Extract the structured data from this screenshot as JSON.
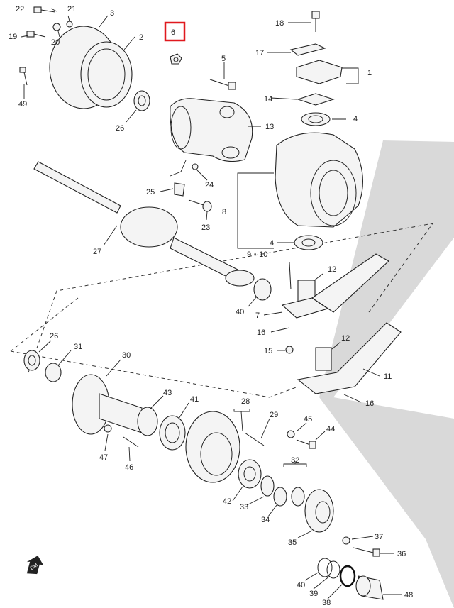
{
  "diagram": {
    "highlight_color": "#e0191e",
    "highlighted_callout": "6",
    "orientation_badge": {
      "text": "DM",
      "icon": "direction-arrow-icon"
    },
    "callouts": [
      {
        "id": "c22",
        "text": "22"
      },
      {
        "id": "c21",
        "text": "21"
      },
      {
        "id": "c3",
        "text": "3"
      },
      {
        "id": "c6",
        "text": "6"
      },
      {
        "id": "c18",
        "text": "18"
      },
      {
        "id": "c19",
        "text": "19"
      },
      {
        "id": "c20",
        "text": "20"
      },
      {
        "id": "c2",
        "text": "2"
      },
      {
        "id": "c17",
        "text": "17"
      },
      {
        "id": "c5",
        "text": "5"
      },
      {
        "id": "c1",
        "text": "1"
      },
      {
        "id": "c49",
        "text": "49"
      },
      {
        "id": "c14",
        "text": "14"
      },
      {
        "id": "c4a",
        "text": "4"
      },
      {
        "id": "c13",
        "text": "13"
      },
      {
        "id": "c26a",
        "text": "26"
      },
      {
        "id": "c24",
        "text": "24"
      },
      {
        "id": "c25",
        "text": "25"
      },
      {
        "id": "c8",
        "text": "8"
      },
      {
        "id": "c23",
        "text": "23"
      },
      {
        "id": "c4b",
        "text": "4"
      },
      {
        "id": "c27",
        "text": "27"
      },
      {
        "id": "c910",
        "text": "9・10"
      },
      {
        "id": "c12a",
        "text": "12"
      },
      {
        "id": "c40a",
        "text": "40"
      },
      {
        "id": "c7",
        "text": "7"
      },
      {
        "id": "c16a",
        "text": "16"
      },
      {
        "id": "c15",
        "text": "15"
      },
      {
        "id": "c12b",
        "text": "12"
      },
      {
        "id": "c26b",
        "text": "26"
      },
      {
        "id": "c31",
        "text": "31"
      },
      {
        "id": "c30",
        "text": "30"
      },
      {
        "id": "c11",
        "text": "11"
      },
      {
        "id": "c16b",
        "text": "16"
      },
      {
        "id": "c43",
        "text": "43"
      },
      {
        "id": "c41",
        "text": "41"
      },
      {
        "id": "c28",
        "text": "28"
      },
      {
        "id": "c29",
        "text": "29"
      },
      {
        "id": "c45",
        "text": "45"
      },
      {
        "id": "c44",
        "text": "44"
      },
      {
        "id": "c47",
        "text": "47"
      },
      {
        "id": "c46",
        "text": "46"
      },
      {
        "id": "c32",
        "text": "32"
      },
      {
        "id": "c42",
        "text": "42"
      },
      {
        "id": "c33",
        "text": "33"
      },
      {
        "id": "c34",
        "text": "34"
      },
      {
        "id": "c35",
        "text": "35"
      },
      {
        "id": "c37",
        "text": "37"
      },
      {
        "id": "c36",
        "text": "36"
      },
      {
        "id": "c40b",
        "text": "40"
      },
      {
        "id": "c39",
        "text": "39"
      },
      {
        "id": "c38",
        "text": "38"
      },
      {
        "id": "c48",
        "text": "48"
      }
    ]
  }
}
